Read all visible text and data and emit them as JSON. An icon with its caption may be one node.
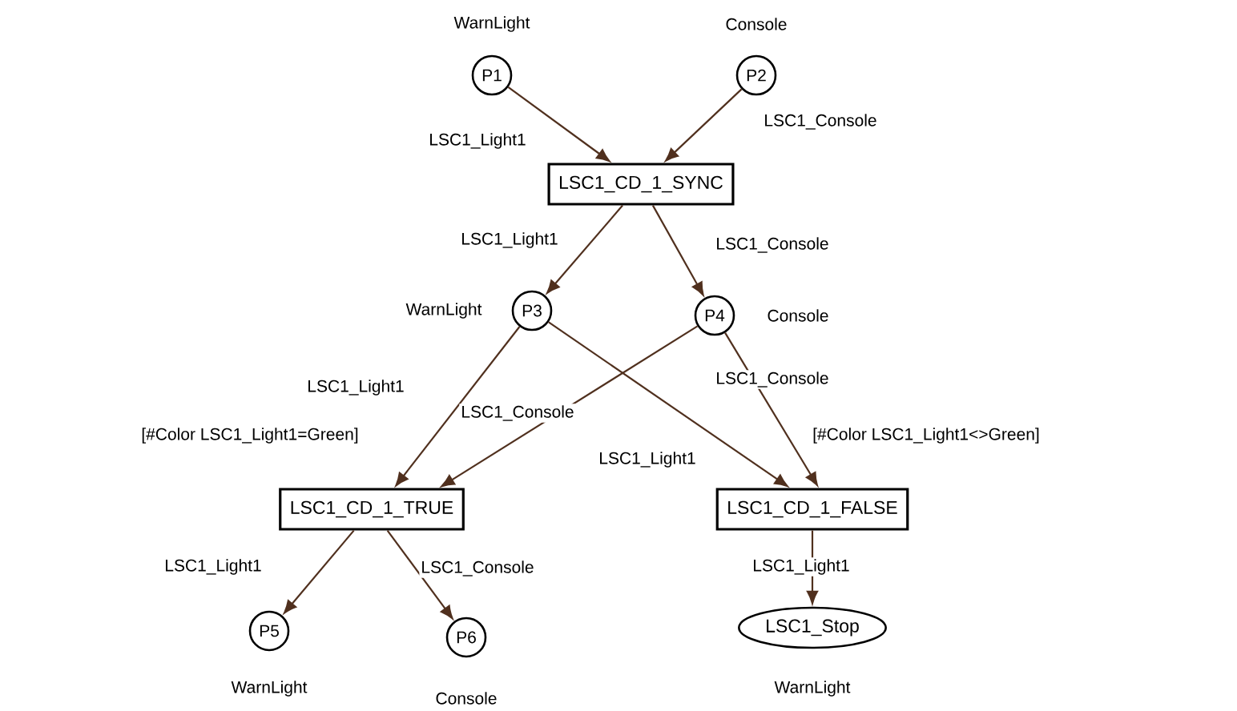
{
  "diagram": {
    "nodes": [
      {
        "text": [
          "P1"
        ],
        "beside": [
          "WarnLight"
        ]
      },
      {
        "text": [
          "P2"
        ],
        "beside": [
          "Console"
        ]
      },
      {
        "text": [
          "LSC1_CD_1_SYNC"
        ]
      },
      {
        "text": [
          "P3"
        ],
        "beside": [
          "WarnLight"
        ]
      },
      {
        "text": [
          "P4"
        ],
        "beside": [
          "Console"
        ]
      },
      {
        "text": [
          "LSC1_CD_1_TRUE"
        ],
        "beside": [
          "[#Color LSC1_Light1=Green]"
        ]
      },
      {
        "text": [
          "LSC1_CD_1_FALSE"
        ],
        "beside": [
          "[#Color LSC1_Light1<>Green]"
        ]
      },
      {
        "text": [
          "P5"
        ],
        "beside": [
          "WarnLight"
        ]
      },
      {
        "text": [
          "P6"
        ],
        "beside": [
          "Console"
        ]
      },
      {
        "text": [
          "LSC1_Stop"
        ],
        "beside": [
          "WarnLight"
        ]
      }
    ],
    "edges": [
      {
        "from": 0,
        "to": 2,
        "arrow": "to",
        "label": "LSC1_Light1"
      },
      {
        "from": 1,
        "to": 2,
        "arrow": "to",
        "label": "LSC1_Console"
      },
      {
        "from": 2,
        "to": 3,
        "arrow": "to",
        "label": "LSC1_Light1"
      },
      {
        "from": 2,
        "to": 4,
        "arrow": "to",
        "label": "LSC1_Console"
      },
      {
        "from": 3,
        "to": 5,
        "arrow": "to",
        "label": "LSC1_Light1"
      },
      {
        "from": 4,
        "to": 5,
        "arrow": "to",
        "label": "LSC1_Console"
      },
      {
        "from": 3,
        "to": 6,
        "arrow": "to",
        "label": "LSC1_Light1"
      },
      {
        "from": 4,
        "to": 6,
        "arrow": "to",
        "label": "LSC1_Console"
      },
      {
        "from": 5,
        "to": 7,
        "arrow": "to",
        "label": "LSC1_Light1"
      },
      {
        "from": 5,
        "to": 8,
        "arrow": "to",
        "label": "LSC1_Console"
      },
      {
        "from": 6,
        "to": 9,
        "arrow": "to",
        "label": "LSC1_Light1"
      }
    ]
  }
}
